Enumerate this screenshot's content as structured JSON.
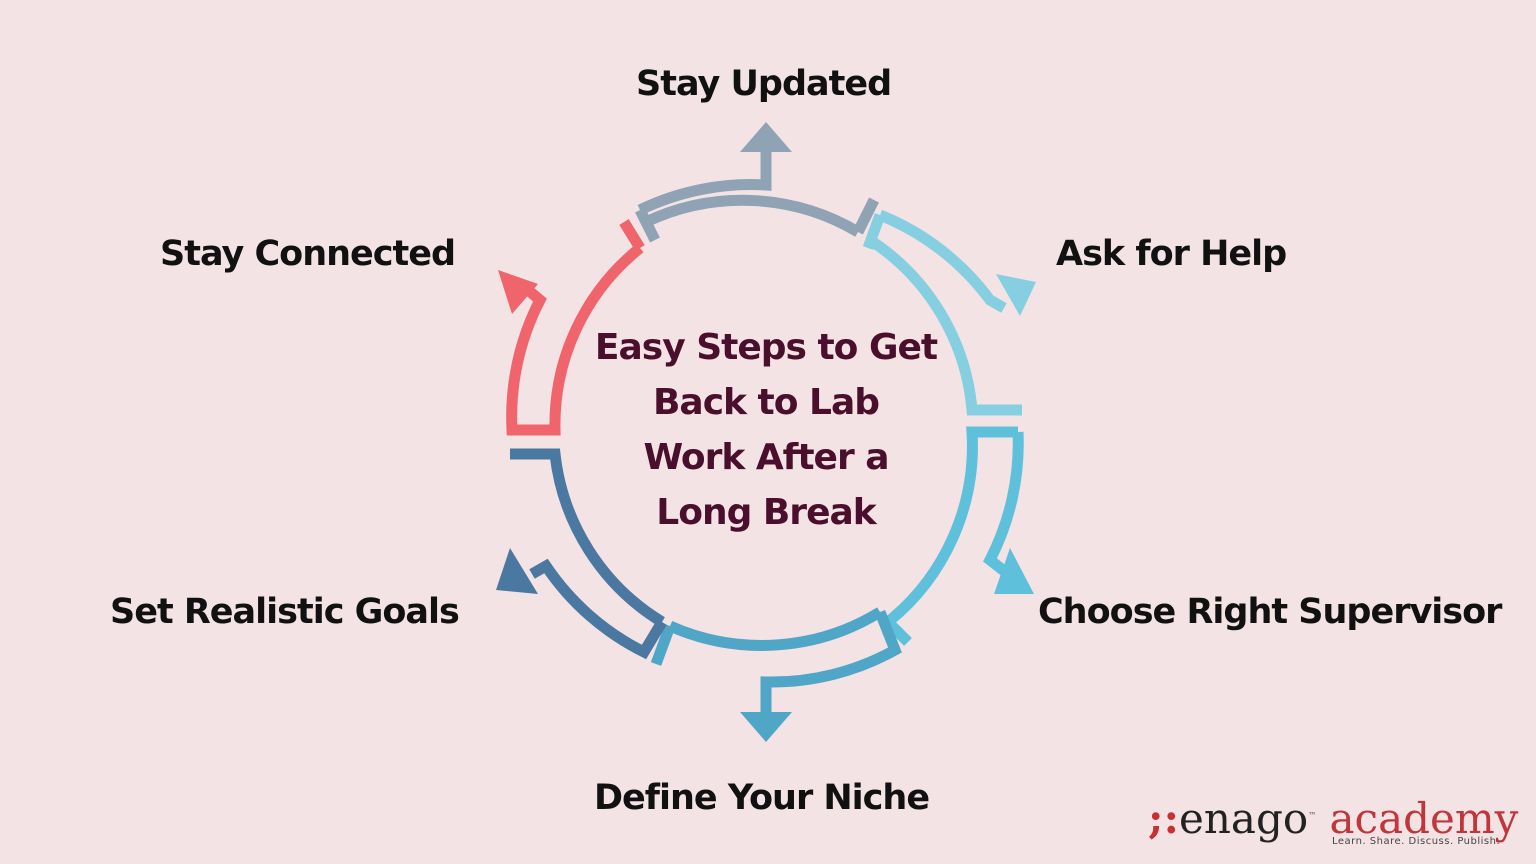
{
  "title": "Easy Steps to Get Back to Lab Work After a Long Break",
  "title_lines": [
    "Easy Steps to Get",
    "Back to Lab",
    "Work After a",
    "Long Break"
  ],
  "steps": [
    {
      "label": "Stay Updated",
      "color": "#8fa3b4",
      "position": "top"
    },
    {
      "label": "Ask for Help",
      "color": "#86cfe0",
      "position": "upper-right"
    },
    {
      "label": "Choose Right Supervisor",
      "color": "#5ec0db",
      "position": "lower-right"
    },
    {
      "label": "Define Your Niche",
      "color": "#4fa6c6",
      "position": "bottom"
    },
    {
      "label": "Set Realistic Goals",
      "color": "#4b78a0",
      "position": "lower-left"
    },
    {
      "label": "Stay Connected",
      "color": "#f0646c",
      "position": "upper-left"
    }
  ],
  "logo": {
    "mark": ";:",
    "brand": "enago",
    "tm": "™",
    "sub": "academy",
    "tagline": "Learn. Share. Discuss. Publish."
  },
  "colors": {
    "background": "#f4e3e4",
    "title": "#4a0f2c",
    "label": "#111111"
  }
}
